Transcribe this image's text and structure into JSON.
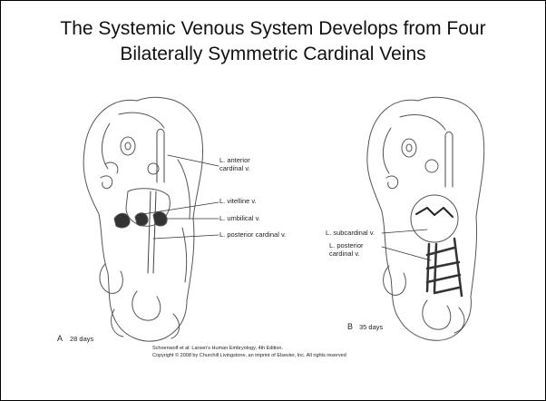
{
  "title": "The Systemic Venous System Develops from Four\nBilaterally Symmetric Cardinal Veins",
  "panel_a": {
    "letter": "A",
    "age": "28 days",
    "labels": {
      "anterior_cardinal": "L. anterior\ncardinal v.",
      "vitelline": "L. vitelline v.",
      "umbilical": "L. umbilical v.",
      "posterior_cardinal": "L. posterior cardinal v."
    }
  },
  "panel_b": {
    "letter": "B",
    "age": "35 days",
    "labels": {
      "subcardinal": "L. subcardinal v.",
      "posterior_cardinal": "L. posterior\ncardinal v."
    }
  },
  "credit": {
    "line1": "Schoenwolf et al: Larsen's Human Embryology, 4th Edition.",
    "line2": "Copyright © 2008 by Churchill Livingstone, an imprint of Elsevier, Inc. All rights reserved"
  }
}
